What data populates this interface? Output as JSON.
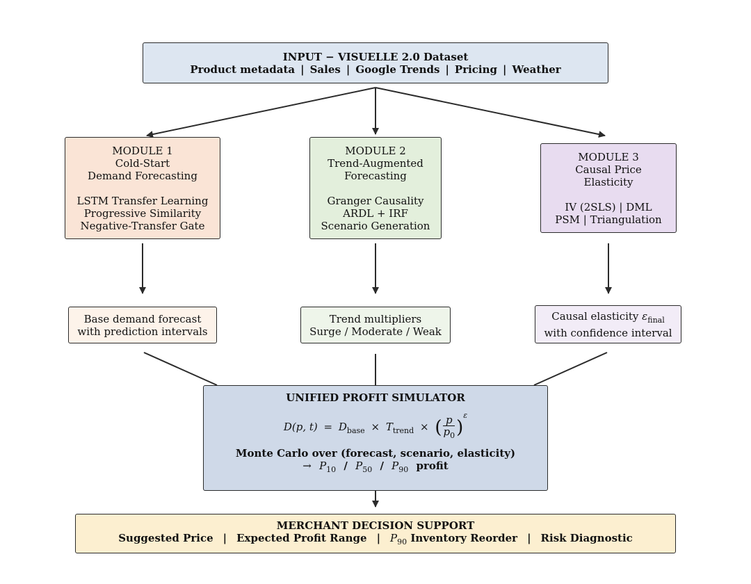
{
  "input": {
    "title": "INPUT  −  VISUELLE 2.0 Dataset",
    "sources": [
      "Product metadata",
      "Sales",
      "Google Trends",
      "Pricing",
      "Weather"
    ],
    "separator": "|"
  },
  "modules": [
    {
      "heading": "MODULE 1",
      "title_lines": [
        "Cold-Start",
        "Demand Forecasting"
      ],
      "method_lines": [
        "LSTM Transfer Learning",
        "Progressive Similarity",
        "Negative-Transfer Gate"
      ],
      "fill": "#fae4d6"
    },
    {
      "heading": "MODULE 2",
      "title_lines": [
        "Trend-Augmented",
        "Forecasting"
      ],
      "method_lines": [
        "Granger Causality",
        "ARDL  +  IRF",
        "Scenario Generation"
      ],
      "fill": "#e3efdc"
    },
    {
      "heading": "MODULE 3",
      "title_lines": [
        "Causal Price",
        "Elasticity"
      ],
      "method_lines": [
        "IV (2SLS)  |  DML",
        "PSM  |  Triangulation"
      ],
      "fill": "#e8dcf0"
    }
  ],
  "outputs": [
    {
      "lines": [
        "Base demand forecast",
        "with prediction intervals"
      ],
      "fill": "#fdf3ea"
    },
    {
      "lines": [
        "Trend multipliers",
        "Surge / Moderate / Weak"
      ],
      "fill": "#eef5ea"
    },
    {
      "line1_prefix": "Causal elasticity ",
      "symbol": "ε",
      "symbol_sub": "final",
      "line2": "with confidence interval",
      "fill": "#f2ecf7"
    }
  ],
  "simulator": {
    "title": "UNIFIED PROFIT SIMULATOR",
    "formula": {
      "lhs": "D",
      "args": "(p, t)",
      "equals": "=",
      "d_base": "D",
      "d_base_sub": "base",
      "times": "×",
      "t_trend": "T",
      "t_trend_sub": "trend",
      "ratio_num": "p",
      "ratio_den": "p",
      "ratio_den_sub": "0",
      "exponent": "ε"
    },
    "mc_line": "Monte Carlo over   (forecast,  scenario,  elasticity)",
    "arrow": "→",
    "p_symbol": "P",
    "percentiles": [
      "10",
      "50",
      "90"
    ],
    "slash": "/",
    "profit": "profit",
    "fill": "#cfd9e8"
  },
  "decision": {
    "title": "MERCHANT DECISION SUPPORT",
    "item1": "Suggested Price",
    "item2": "Expected Profit Range",
    "p_symbol": "P",
    "p_sub": "90",
    "item3_rest": " Inventory Reorder",
    "item4": "Risk Diagnostic",
    "separator": "|",
    "fill": "#fcefd0"
  },
  "colors": {
    "stroke": "#2b2b2b",
    "input_fill": "#dde6f1"
  }
}
